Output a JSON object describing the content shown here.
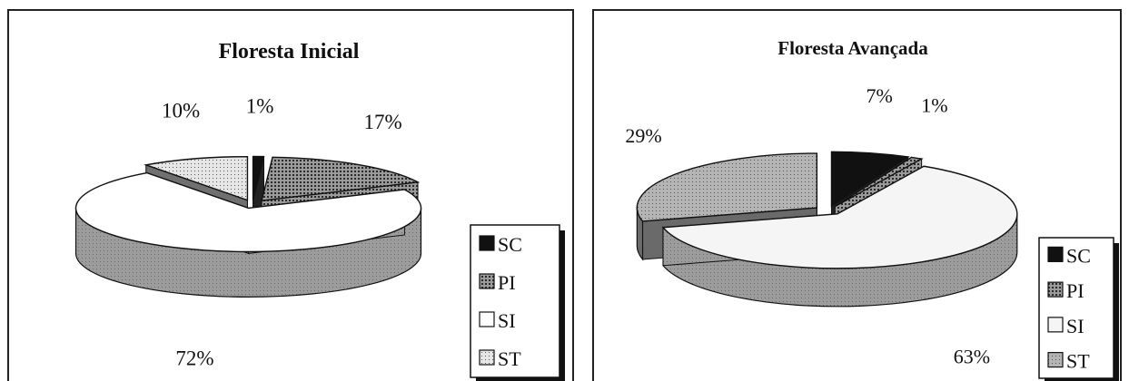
{
  "chart_data": [
    {
      "type": "pie",
      "title": "Floresta Inicial",
      "categories": [
        "SC",
        "PI",
        "SI",
        "ST"
      ],
      "values": [
        1,
        17,
        72,
        10
      ],
      "value_labels": [
        "1%",
        "17%",
        "72%",
        "10%"
      ],
      "exploded": true,
      "three_d": true,
      "legend_position": "bottom-right",
      "colors": {
        "SC": "#111111",
        "PI": "#777777",
        "SI": "#ffffff",
        "ST": "#c8c8c8"
      }
    },
    {
      "type": "pie",
      "title": "Floresta Avançada",
      "categories": [
        "SC",
        "PI",
        "SI",
        "ST"
      ],
      "values": [
        7,
        1,
        63,
        29
      ],
      "value_labels": [
        "7%",
        "1%",
        "63%",
        "29%"
      ],
      "exploded": true,
      "three_d": true,
      "legend_position": "bottom-right",
      "colors": {
        "SC": "#111111",
        "PI": "#777777",
        "SI": "#f5f5f5",
        "ST": "#a8a8a8"
      }
    }
  ]
}
